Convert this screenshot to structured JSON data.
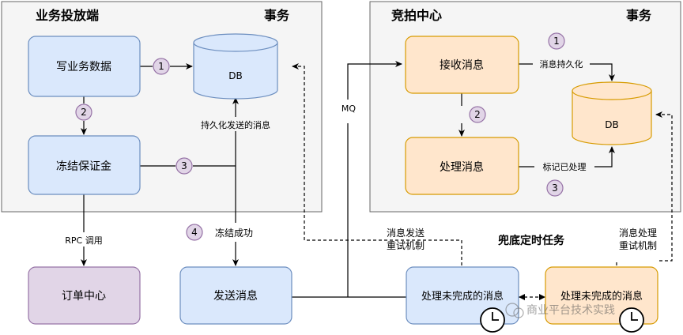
{
  "left_zone": {
    "title": "业务投放端",
    "tag": "事务"
  },
  "right_zone": {
    "title": "竞拍中心",
    "tag": "事务"
  },
  "boxes": {
    "write_data": "写业务数据",
    "freeze_deposit": "冻结保证金",
    "order_center": "订单中心",
    "send_message": "发送消息",
    "receive_message": "接收消息",
    "process_message": "处理消息",
    "unfinished_blue": "处理未完成的消息",
    "unfinished_orange": "处理未完成的消息"
  },
  "db_left": "DB",
  "db_right": "DB",
  "steps": {
    "s1": "1",
    "s2": "2",
    "s3": "3",
    "s4": "4",
    "r1": "1",
    "r2": "2",
    "r3": "3"
  },
  "labels": {
    "persist_sent": "持久化发送的消息",
    "freeze_success": "冻结成功",
    "rpc_call": "RPC 调用",
    "mq": "MQ",
    "msg_persist": "消息持久化",
    "mark_processed": "标记已处理",
    "send_retry_l1": "消息发送",
    "send_retry_l2": "重试机制",
    "fallback_task": "兜底定时任务",
    "proc_retry_l1": "消息处理",
    "proc_retry_l2": "重试机制"
  },
  "watermark": "商业平台技术实践",
  "colors": {
    "blue_fill": "#dae8fc",
    "blue_stroke": "#6c8ebf",
    "orange_fill": "#ffe6cc",
    "orange_stroke": "#d79b00",
    "purple_fill": "#e1d5e7",
    "purple_stroke": "#9673a6",
    "zone_fill": "#f5f5f5",
    "zone_stroke": "#666666"
  }
}
